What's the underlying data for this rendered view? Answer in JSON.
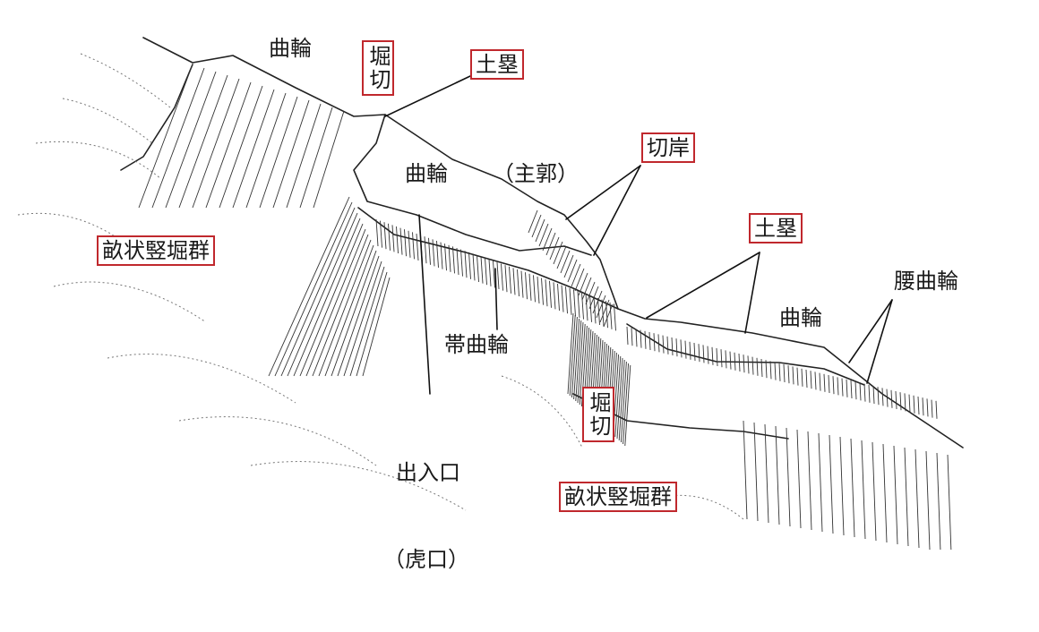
{
  "labels": {
    "kuruwa_top": "曲輪",
    "horikiri_top": "堀切",
    "dorui_top": "土塁",
    "kuruwa_main": "曲輪",
    "shukaku": "（主郭）",
    "kirigishi": "切岸",
    "unejo_left": "畝状竪堀群",
    "dorui_right": "土塁",
    "koshi_kuruwa": "腰曲輪",
    "kuruwa_right": "曲輪",
    "obi_kuruwa": "帯曲輪",
    "deiriguchi": "出入口",
    "koguchi": "（虎口）",
    "horikiri_bottom": "堀切",
    "unejo_bottom": "畝状竪堀群"
  },
  "colors": {
    "label_border": "#c0282d",
    "ink": "#1a1a1a"
  }
}
